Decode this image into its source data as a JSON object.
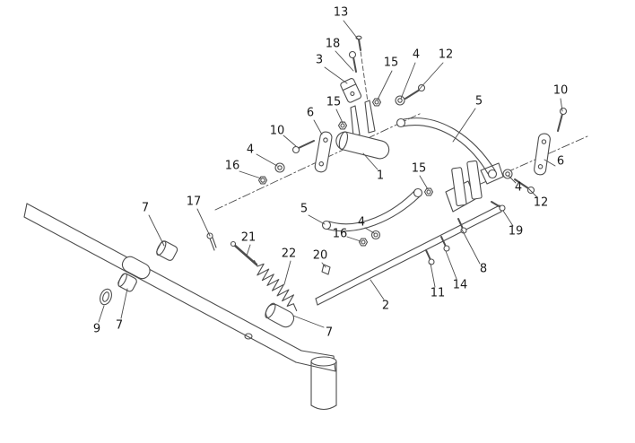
{
  "colors": {
    "background": "#ffffff",
    "line": "#4d4d4d",
    "text": "#1a1a1a"
  },
  "callouts": [
    {
      "label": "13"
    },
    {
      "label": "18"
    },
    {
      "label": "3"
    },
    {
      "label": "15"
    },
    {
      "label": "4"
    },
    {
      "label": "12"
    },
    {
      "label": "15"
    },
    {
      "label": "6"
    },
    {
      "label": "10"
    },
    {
      "label": "5"
    },
    {
      "label": "10"
    },
    {
      "label": "4"
    },
    {
      "label": "16"
    },
    {
      "label": "1"
    },
    {
      "label": "15"
    },
    {
      "label": "6"
    },
    {
      "label": "4"
    },
    {
      "label": "12"
    },
    {
      "label": "7"
    },
    {
      "label": "17"
    },
    {
      "label": "5"
    },
    {
      "label": "4"
    },
    {
      "label": "16"
    },
    {
      "label": "19"
    },
    {
      "label": "21"
    },
    {
      "label": "22"
    },
    {
      "label": "20"
    },
    {
      "label": "8"
    },
    {
      "label": "2"
    },
    {
      "label": "11"
    },
    {
      "label": "14"
    },
    {
      "label": "9"
    },
    {
      "label": "7"
    },
    {
      "label": "7"
    }
  ]
}
